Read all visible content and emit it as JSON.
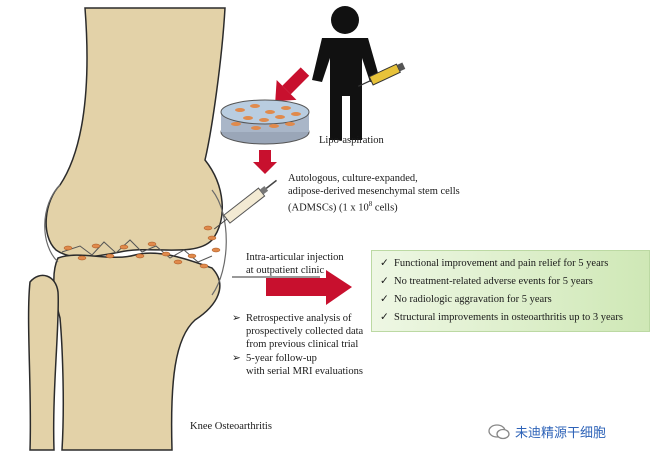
{
  "labels": {
    "lipo": "Lipo-aspiration",
    "cells": [
      "Autologous, culture-expanded,",
      "adipose-derived mesenchymal stem cells",
      "(ADMSCs) (1 x 10",
      "8",
      " cells)"
    ],
    "injection": [
      "Intra-articular injection",
      "at outpatient clinic"
    ],
    "knee": "Knee Osteoarthritis"
  },
  "methods": [
    [
      "Retrospective analysis of",
      "prospectively collected data",
      "from previous clinical trial"
    ],
    [
      "5-year follow-up",
      "with serial MRI evaluations"
    ]
  ],
  "results": [
    "Functional improvement and pain relief for 5 years",
    "No treatment-related adverse events for 5 years",
    "No radiologic aggravation for 5 years",
    "Structural improvements in osteoarthritis up to 3 years"
  ],
  "watermark": "干细胞",
  "watermark_prefix": "未",
  "watermark_mid": "迪精源",
  "colors": {
    "bone": "#e3d2a8",
    "arrow": "#c8102e",
    "results_bg": "#d6ecc2"
  }
}
